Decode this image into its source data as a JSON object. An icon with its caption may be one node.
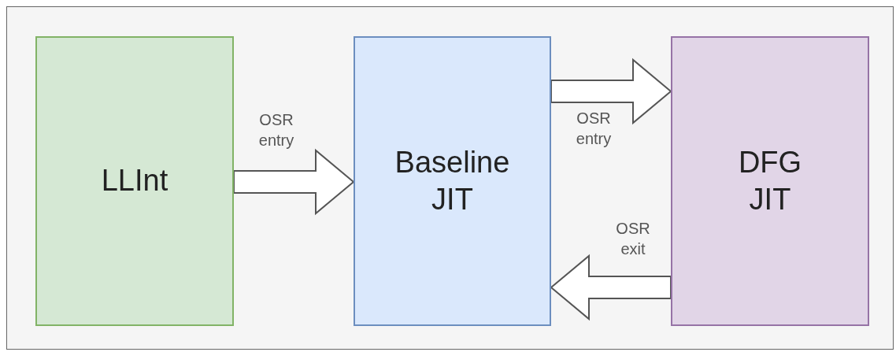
{
  "diagram": {
    "nodes": [
      {
        "text": [
          "LLInt"
        ]
      },
      {
        "text": [
          "Baseline JIT"
        ]
      },
      {
        "text": [
          "DFG JIT"
        ]
      }
    ],
    "edges": [
      {
        "from": 0,
        "to": 1,
        "arrow": "to",
        "label": "OSR entry",
        "style": "thick"
      },
      {
        "from": 1,
        "to": 2,
        "arrow": "to",
        "label": "OSR entry",
        "style": "thick"
      },
      {
        "from": 2,
        "to": 1,
        "arrow": "to",
        "label": "OSR exit",
        "style": "thick"
      }
    ]
  }
}
